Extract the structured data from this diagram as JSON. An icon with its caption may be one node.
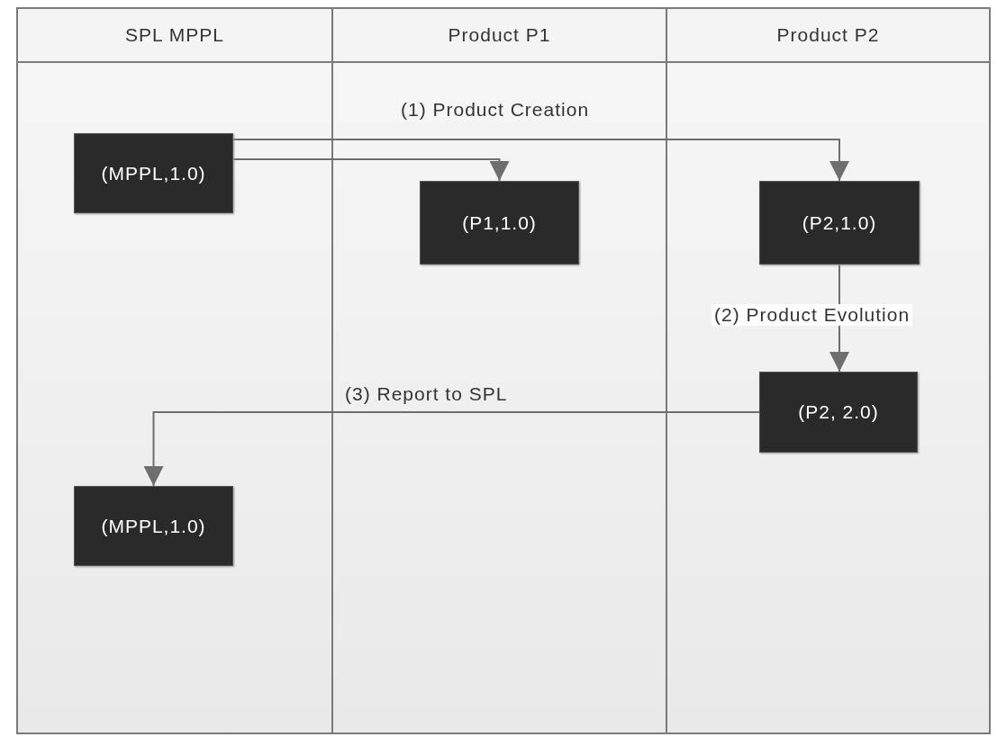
{
  "diagram": {
    "nodes": [
      {
        "text": [
          "SPL MPPL"
        ]
      },
      {
        "text": [
          "Product P1"
        ]
      },
      {
        "text": [
          "Product P2"
        ]
      },
      {
        "text": [
          "(MPPL,1.0)"
        ],
        "in": 0
      },
      {
        "text": [
          "(P1,1.0)"
        ],
        "in": 1
      },
      {
        "text": [
          "(P2,1.0)"
        ],
        "in": 2
      },
      {
        "text": [
          "(P2, 2.0)"
        ],
        "in": 2
      },
      {
        "text": [
          "(MPPL,1.0)"
        ],
        "in": 0
      }
    ],
    "edges": [
      {
        "from": 3,
        "to": 5,
        "arrow": "to",
        "label": "(1) Product Creation"
      },
      {
        "from": 3,
        "to": 4,
        "arrow": "to"
      },
      {
        "from": 5,
        "to": 6,
        "arrow": "to",
        "label": "(2) Product Evolution"
      },
      {
        "from": 6,
        "to": 7,
        "arrow": "to",
        "label": "(3) Report to SPL"
      }
    ]
  }
}
